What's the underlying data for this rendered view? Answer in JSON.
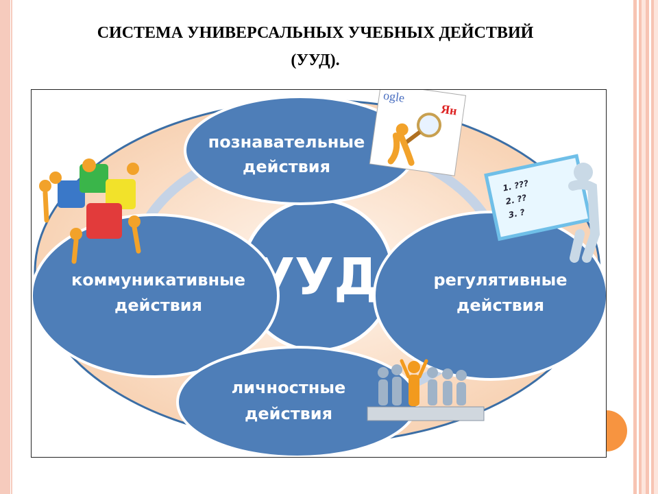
{
  "title_line1": "СИСТЕМА УНИВЕРСАЛЬНЫХ УЧЕБНЫХ ДЕЙСТВИЙ",
  "title_line2": "(УУД).",
  "diagram": {
    "center": "УУД",
    "top": [
      "познавательные",
      "действия"
    ],
    "left": [
      "коммуникативные",
      "действия"
    ],
    "right": [
      "регулятивные",
      "действия"
    ],
    "bottom": [
      "личностные",
      "действия"
    ]
  },
  "images": {
    "search_logos": [
      "ogle",
      "Ян"
    ],
    "board_list": [
      "1. ???",
      "2. ??",
      "3. ?"
    ]
  },
  "colors": {
    "ellipse_fill": "#fbdfc9",
    "ellipse_ring": "#3b6ea5",
    "node_fill": "#4e7eb8",
    "accent": "#f79440"
  }
}
